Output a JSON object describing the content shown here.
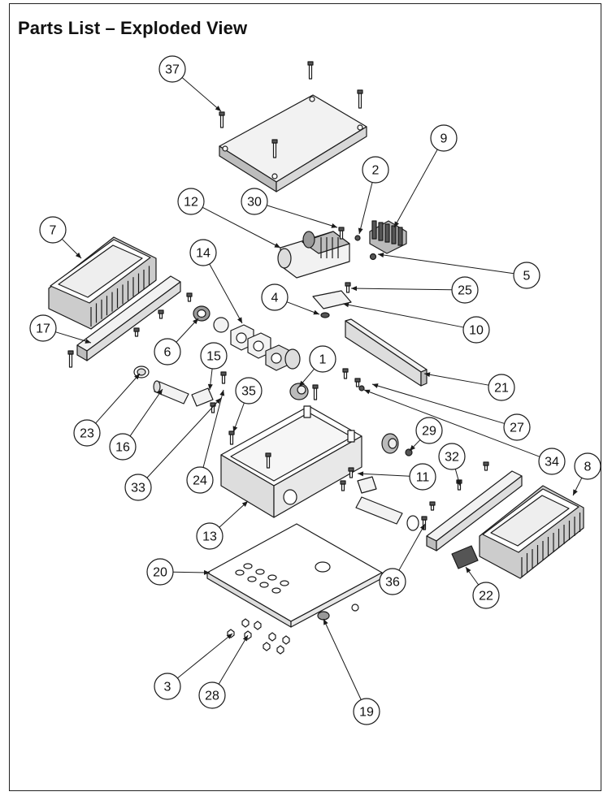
{
  "page": {
    "title": "Parts List – Exploded View"
  },
  "colors": {
    "ink": "#1a1a1a",
    "part_fill": "#f2f2f2",
    "part_shade": "#bdbdbd",
    "dark": "#555555",
    "background": "#ffffff"
  },
  "callouts": [
    "37",
    "12",
    "30",
    "2",
    "9",
    "7",
    "14",
    "4",
    "25",
    "5",
    "17",
    "6",
    "15",
    "1",
    "10",
    "21",
    "23",
    "16",
    "35",
    "33",
    "24",
    "29",
    "27",
    "32",
    "11",
    "34",
    "13",
    "8",
    "20",
    "36",
    "22",
    "3",
    "28",
    "19"
  ],
  "parts": {
    "top_cover": "cover-plate",
    "controller": "linear-actuator",
    "terminal": "terminal-block",
    "enclosure": "enclosure-box",
    "display_left": "display-module",
    "display_right": "display-module",
    "base": "mounting-plate"
  }
}
